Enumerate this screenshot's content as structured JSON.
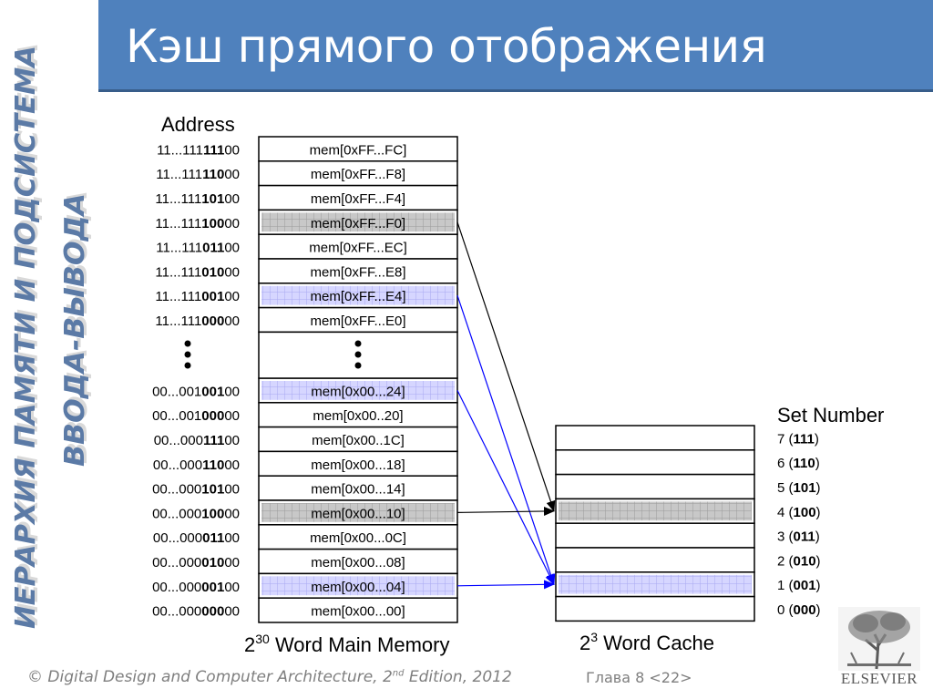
{
  "title": "Кэш прямого отображения",
  "sidebar": {
    "line1": "ИЕРАРХИЯ ПАМЯТИ И ПОДСИСТЕМА",
    "line2": "ВВОДА-ВЫВОДА"
  },
  "memory": {
    "address_header": "Address",
    "rows_top": [
      {
        "pre": "11...111",
        "bold": "111",
        "post": "00",
        "cell": "mem[0xFF...FC]",
        "hl": "none"
      },
      {
        "pre": "11...111",
        "bold": "110",
        "post": "00",
        "cell": "mem[0xFF...F8]",
        "hl": "none"
      },
      {
        "pre": "11...111",
        "bold": "101",
        "post": "00",
        "cell": "mem[0xFF...F4]",
        "hl": "none"
      },
      {
        "pre": "11...111",
        "bold": "100",
        "post": "00",
        "cell": "mem[0xFF...F0]",
        "hl": "gray"
      },
      {
        "pre": "11...111",
        "bold": "011",
        "post": "00",
        "cell": "mem[0xFF...EC]",
        "hl": "none"
      },
      {
        "pre": "11...111",
        "bold": "010",
        "post": "00",
        "cell": "mem[0xFF...E8]",
        "hl": "none"
      },
      {
        "pre": "11...111",
        "bold": "001",
        "post": "00",
        "cell": "mem[0xFF...E4]",
        "hl": "blue"
      },
      {
        "pre": "11...111",
        "bold": "000",
        "post": "00",
        "cell": "mem[0xFF...E0]",
        "hl": "none"
      }
    ],
    "rows_bottom": [
      {
        "pre": "00...001",
        "bold": "001",
        "post": "00",
        "cell": "mem[0x00...24]",
        "hl": "blue"
      },
      {
        "pre": "00...001",
        "bold": "000",
        "post": "00",
        "cell": "mem[0x00..20]",
        "hl": "none"
      },
      {
        "pre": "00...000",
        "bold": "111",
        "post": "00",
        "cell": "mem[0x00..1C]",
        "hl": "none"
      },
      {
        "pre": "00...000",
        "bold": "110",
        "post": "00",
        "cell": "mem[0x00...18]",
        "hl": "none"
      },
      {
        "pre": "00...000",
        "bold": "101",
        "post": "00",
        "cell": "mem[0x00...14]",
        "hl": "none"
      },
      {
        "pre": "00...000",
        "bold": "100",
        "post": "00",
        "cell": "mem[0x00...10]",
        "hl": "gray"
      },
      {
        "pre": "00...000",
        "bold": "011",
        "post": "00",
        "cell": "mem[0x00...0C]",
        "hl": "none"
      },
      {
        "pre": "00...000",
        "bold": "010",
        "post": "00",
        "cell": "mem[0x00...08]",
        "hl": "none"
      },
      {
        "pre": "00...000",
        "bold": "001",
        "post": "00",
        "cell": "mem[0x00...04]",
        "hl": "blue"
      },
      {
        "pre": "00...000",
        "bold": "000",
        "post": "00",
        "cell": "mem[0x00...00]",
        "hl": "none"
      }
    ],
    "caption_base": "2",
    "caption_exp": "30",
    "caption_rest": " Word Main Memory"
  },
  "cache": {
    "set_header": "Set Number",
    "sets": [
      {
        "num": "7",
        "bits": "111",
        "hl": "none"
      },
      {
        "num": "6",
        "bits": "110",
        "hl": "none"
      },
      {
        "num": "5",
        "bits": "101",
        "hl": "none"
      },
      {
        "num": "4",
        "bits": "100",
        "hl": "gray"
      },
      {
        "num": "3",
        "bits": "011",
        "hl": "none"
      },
      {
        "num": "2",
        "bits": "010",
        "hl": "none"
      },
      {
        "num": "1",
        "bits": "001",
        "hl": "blue"
      },
      {
        "num": "0",
        "bits": "000",
        "hl": "none"
      }
    ],
    "caption_base": "2",
    "caption_exp": "3",
    "caption_rest": " Word Cache"
  },
  "footer": {
    "copyright_pre": "© Digital Design and Computer Architecture, 2",
    "copyright_sup": "nd",
    "copyright_post": " Edition, 2012",
    "chapter": "Глава 8 <22>"
  },
  "publisher": "ELSEVIER",
  "colors": {
    "title_bg": "#4f81bd",
    "gray_hl": "#bfbfbf",
    "blue_hl": "#ccccff",
    "arrow_blue": "#0000ff",
    "arrow_black": "#000000"
  }
}
